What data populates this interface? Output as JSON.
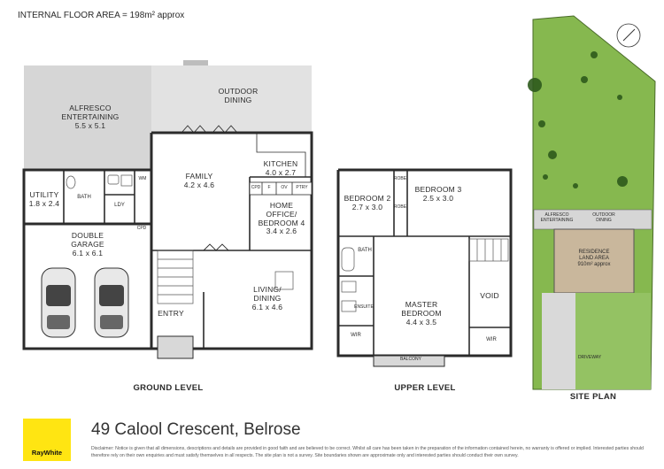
{
  "header": {
    "floor_area": "INTERNAL FLOOR AREA =  198m² approx"
  },
  "ground": {
    "title": "GROUND LEVEL",
    "alfresco_name": "ALFRESCO\nENTERTAINING",
    "alfresco_size": "5.5 x 5.1",
    "outdoor_dining": "OUTDOOR\nDINING",
    "family_name": "FAMILY",
    "family_size": "4.2 x 4.6",
    "kitchen_name": "KITCHEN",
    "kitchen_size": "4.0 x 2.7",
    "office_name": "HOME\nOFFICE/\nBEDROOM 4",
    "office_size": "3.4 x 2.6",
    "utility_name": "UTILITY",
    "utility_size": "1.8 x 2.4",
    "bath": "BATH",
    "wm": "WM",
    "ldy": "LDY",
    "cpd": "CPD",
    "garage_name": "DOUBLE\nGARAGE",
    "garage_size": "6.1 x 6.1",
    "living_name": "LIVING/\nDINING",
    "living_size": "6.1 x 4.6",
    "entry": "ENTRY",
    "cpd_k": "CPD",
    "f": "F",
    "ov": "OV",
    "ptry": "PTRY"
  },
  "upper": {
    "title": "UPPER LEVEL",
    "bed2_name": "BEDROOM 2",
    "bed2_size": "2.7 x 3.0",
    "bed3_name": "BEDROOM 3",
    "bed3_size": "2.5 x 3.0",
    "robe": "ROBE",
    "bath": "BATH",
    "ensuite": "ENSUITE",
    "master_name": "MASTER\nBEDROOM",
    "master_size": "4.4 x 3.5",
    "void": "VOID",
    "wir": "WIR",
    "balcony": "BALCONY"
  },
  "site": {
    "title": "SITE PLAN",
    "alfresco": "ALFRESCO\nENTERTAINING",
    "outdoor": "OUTDOOR\nDINING",
    "residence": "RESIDENCE\nLAND AREA",
    "land_area": "910m² approx",
    "driveway": "DRIVEWAY"
  },
  "footer": {
    "logo": "RayWhite",
    "address": "49 Calool Crescent, Belrose",
    "disclaimer": "Disclaimer: Notice is given that all dimensions, descriptions and details are provided in good faith and are believed to be correct. Whilst all care has been taken in the preparation of the information contained herein, no warranty is offered or implied. Interested parties should therefore rely on their own enquiries and must satisfy themselves in all respects. The site plan is not a survey. Site boundaries shown are approximate only and interested parties should conduct their own survey."
  },
  "colors": {
    "paving": "#d6d6d6",
    "wall": "#2b2b2b",
    "grass": "#7fb24a",
    "brand": "#ffe512"
  }
}
